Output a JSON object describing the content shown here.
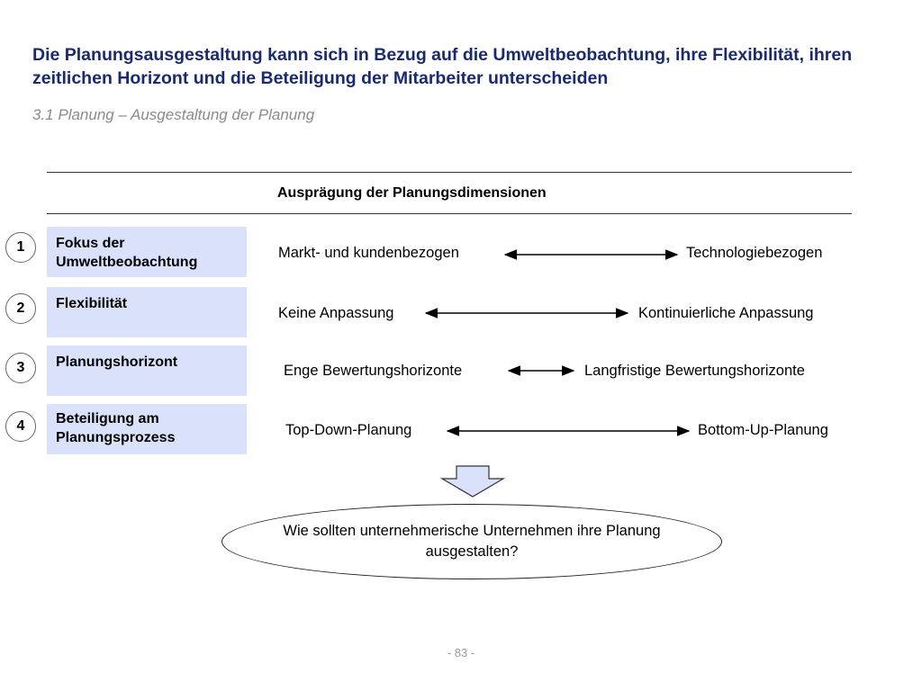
{
  "title": "Die Planungsausgestaltung kann sich in Bezug auf die Umweltbeobachtung, ihre Flexibilität, ihren zeitlichen Horizont und die Beteiligung der Mitarbeiter unterscheiden",
  "subtitle": "3.1 Planung – Ausgestaltung der Planung",
  "table_header": "Ausprägung der Planungsdimensionen",
  "rows": [
    {
      "number": "1",
      "dimension": "Fokus der Umweltbeobachtung",
      "left": "Markt- und kundenbezogen",
      "right": "Technologiebezogen"
    },
    {
      "number": "2",
      "dimension": "Flexibilität",
      "left": "Keine Anpassung",
      "right": "Kontinuierliche Anpassung"
    },
    {
      "number": "3",
      "dimension": "Planungshorizont",
      "left": "Enge Bewertungshorizonte",
      "right": "Langfristige Bewertungshorizonte"
    },
    {
      "number": "4",
      "dimension": "Beteiligung am Planungsprozess",
      "left": "Top-Down-Planung",
      "right": "Bottom-Up-Planung"
    }
  ],
  "question": "Wie sollten unternehmerische Unternehmen ihre Planung ausgestalten?",
  "page_number": "- 83 -",
  "colors": {
    "title": "#1a2a6e",
    "dimension_fill": "#d9e1fb",
    "arrow_fill": "#d9e1fb"
  }
}
